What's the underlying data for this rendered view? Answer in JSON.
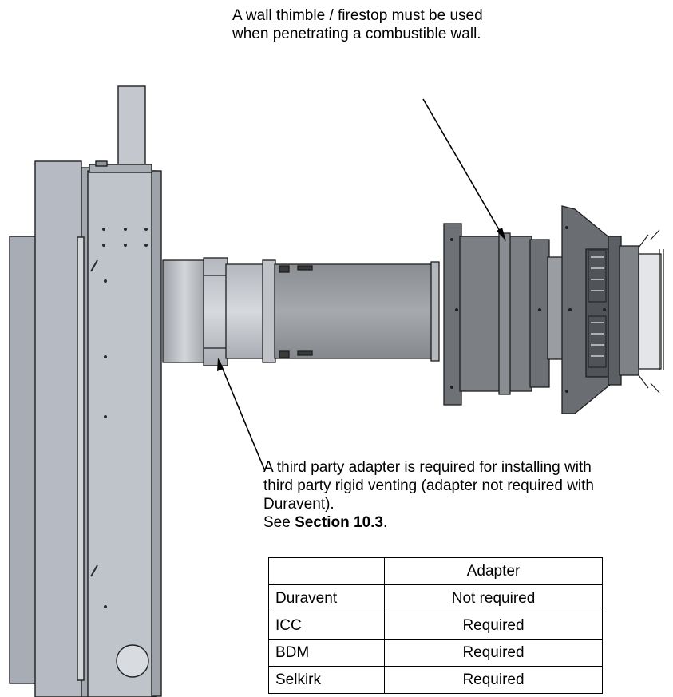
{
  "callouts": {
    "thimble": "A wall thimble / firestop must be used when penetrating a combustible wall.",
    "adapter_main": "A third party adapter is required for installing with third party rigid venting (adapter not required with Duravent).",
    "adapter_see": "See ",
    "adapter_section": "Section 10.3",
    "adapter_end": "."
  },
  "table": {
    "header": [
      "",
      "Adapter"
    ],
    "rows": [
      [
        "Duravent",
        "Not required"
      ],
      [
        "ICC",
        "Required"
      ],
      [
        "BDM",
        "Required"
      ],
      [
        "Selkirk",
        "Required"
      ]
    ]
  },
  "colors": {
    "appliance_light": "#b9bec6",
    "appliance_mid": "#a3a8b0",
    "pipe_light": "#c7cacf",
    "pipe_dark": "#7e8187",
    "termination_dark": "#5f6165",
    "outline": "#1e1e1e"
  }
}
